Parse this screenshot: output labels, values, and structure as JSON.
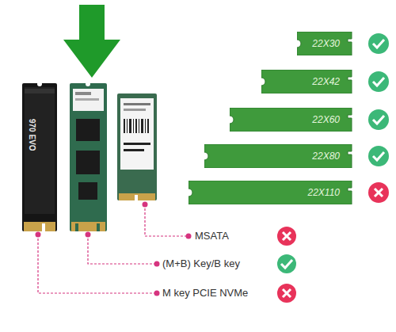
{
  "diagram": {
    "nodes": [
      {
        "text": [
          "22X30"
        ]
      },
      {
        "text": [
          "22X42"
        ]
      },
      {
        "text": [
          "22X60"
        ]
      },
      {
        "text": [
          "22X80"
        ]
      },
      {
        "text": [
          "22X110"
        ]
      }
    ],
    "labels": [
      "970 EVO",
      "MSATA",
      "(M+B) Key/B key",
      "M key PCIE NVMe"
    ]
  }
}
